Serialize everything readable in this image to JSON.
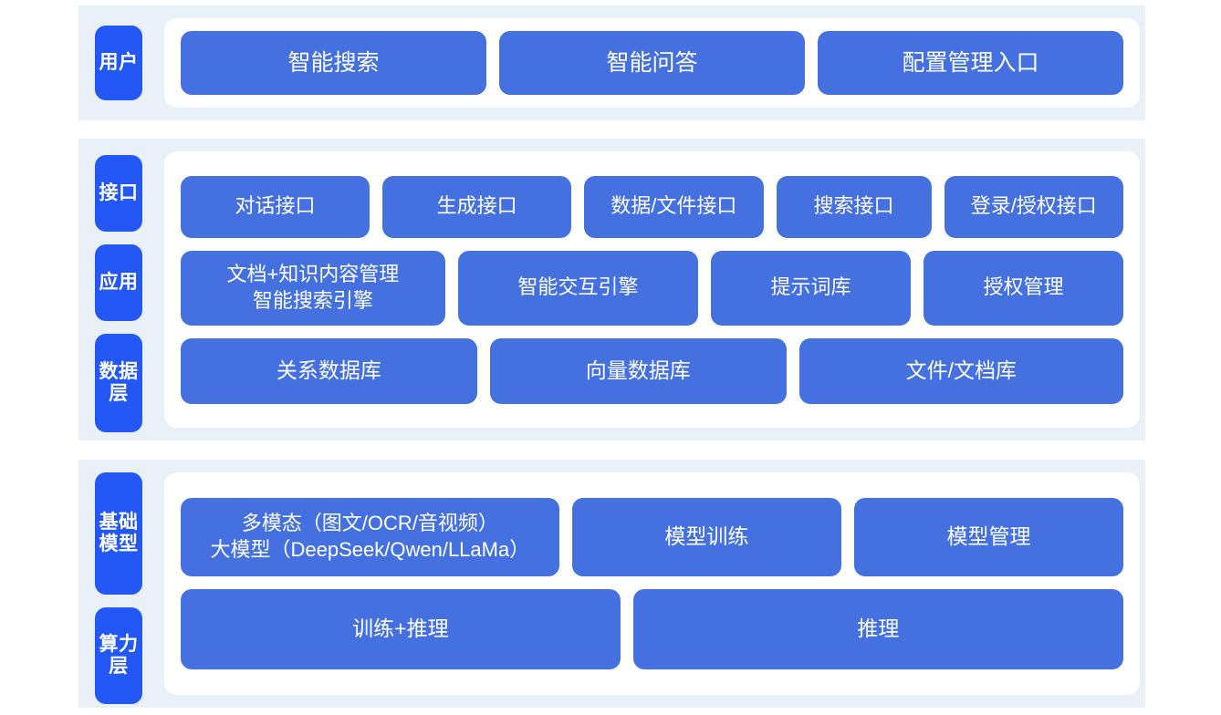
{
  "colors": {
    "tab_blue": "#2458f6",
    "node_blue": "#4571e0",
    "band_bg": "#eaf0f8",
    "panel_bg": "#ffffff",
    "page_bg": "#ffffff",
    "text_on_blue": "#ffffff"
  },
  "layers": [
    {
      "id": "user",
      "tabs": [
        {
          "id": "user",
          "label": "用户"
        }
      ],
      "rows": [
        {
          "id": "row-user",
          "nodes": [
            {
              "label": "智能搜索",
              "flex": 1
            },
            {
              "label": "智能问答",
              "flex": 1
            },
            {
              "label": "配置管理入口",
              "flex": 1
            }
          ]
        }
      ]
    },
    {
      "id": "app",
      "tabs": [
        {
          "id": "interface",
          "label": "接口"
        },
        {
          "id": "app",
          "label": "应用"
        },
        {
          "id": "data",
          "label": "数据层"
        }
      ],
      "rows": [
        {
          "id": "row-interface",
          "nodes": [
            {
              "label": "对话接口",
              "flex": 1.06
            },
            {
              "label": "生成接口",
              "flex": 1.06
            },
            {
              "label": "数据/文件接口",
              "flex": 1.0
            },
            {
              "label": "搜索接口",
              "flex": 0.85
            },
            {
              "label": "登录/授权接口",
              "flex": 1.0
            }
          ]
        },
        {
          "id": "row-app",
          "nodes": [
            {
              "label": "文档+知识内容管理\n智能搜索引擎",
              "flex": 1.22,
              "multiline": true
            },
            {
              "label": "智能交互引擎",
              "flex": 1.1
            },
            {
              "label": "提示词库",
              "flex": 0.9
            },
            {
              "label": "授权管理",
              "flex": 0.9
            }
          ]
        },
        {
          "id": "row-data",
          "nodes": [
            {
              "label": "关系数据库",
              "flex": 1
            },
            {
              "label": "向量数据库",
              "flex": 1
            },
            {
              "label": "文件/文档库",
              "flex": 1.1
            }
          ]
        }
      ]
    },
    {
      "id": "infra",
      "tabs": [
        {
          "id": "model",
          "label": "基础模型"
        },
        {
          "id": "compute",
          "label": "算力层"
        }
      ],
      "rows": [
        {
          "id": "row-model",
          "nodes": [
            {
              "label": "多模态（图文/OCR/音视频）\n大模型（DeepSeek/Qwen/LLaMa）",
              "flex": 1.32,
              "multiline": true
            },
            {
              "label": "模型训练",
              "flex": 0.92
            },
            {
              "label": "模型管理",
              "flex": 0.92
            }
          ]
        },
        {
          "id": "row-compute",
          "nodes": [
            {
              "label": "训练+推理",
              "flex": 1
            },
            {
              "label": "推理",
              "flex": 1.12
            }
          ]
        }
      ]
    }
  ]
}
